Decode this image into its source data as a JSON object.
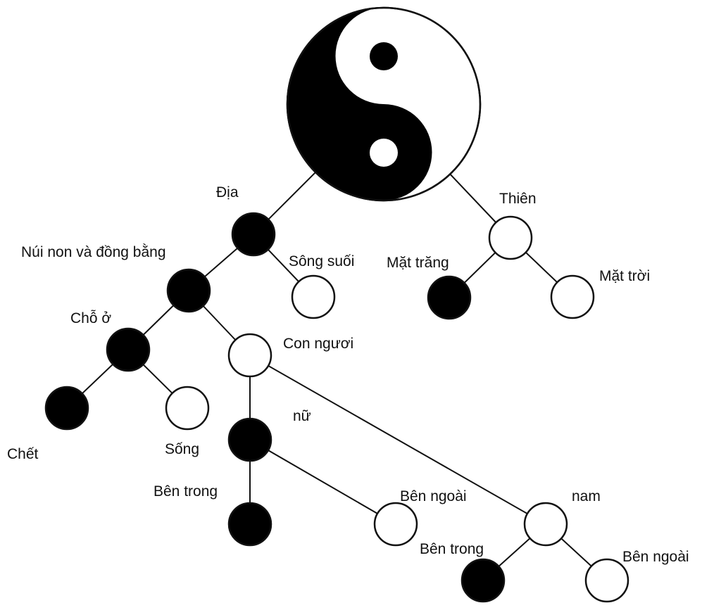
{
  "colors": {
    "yin": "#000000",
    "yang": "#ffffff",
    "ink": "#111111"
  },
  "root": {
    "icon": "yin-yang-icon"
  },
  "labels": {
    "dia": "Địa",
    "thien": "Thiên",
    "nui_non": "Núi non và đồng bằng",
    "song_suoi": "Sông suối",
    "mat_trang": "Mặt trăng",
    "mat_troi": "Mặt trời",
    "cho_o": "Chỗ ở",
    "con_nguoi": "Con ngươi",
    "chet": "Chết",
    "song": "Sống",
    "nu": "nữ",
    "nam": "nam",
    "nu_ben_trong": "Bên trong",
    "nu_ben_ngoai": "Bên ngoài",
    "nam_ben_trong": "Bên trong",
    "nam_ben_ngoai": "Bên ngoài"
  },
  "nodes": [
    {
      "id": "dia",
      "fill": "yin"
    },
    {
      "id": "thien",
      "fill": "yang"
    },
    {
      "id": "nui_non",
      "fill": "yin"
    },
    {
      "id": "song_suoi",
      "fill": "yang"
    },
    {
      "id": "mat_trang",
      "fill": "yin"
    },
    {
      "id": "mat_troi",
      "fill": "yang"
    },
    {
      "id": "cho_o",
      "fill": "yin"
    },
    {
      "id": "con_nguoi",
      "fill": "yang"
    },
    {
      "id": "chet",
      "fill": "yin"
    },
    {
      "id": "song",
      "fill": "yang"
    },
    {
      "id": "nu",
      "fill": "yin"
    },
    {
      "id": "nam",
      "fill": "yang"
    },
    {
      "id": "nu_ben_trong",
      "fill": "yin"
    },
    {
      "id": "nu_ben_ngoai",
      "fill": "yang"
    },
    {
      "id": "nam_ben_trong",
      "fill": "yin"
    },
    {
      "id": "nam_ben_ngoai",
      "fill": "yang"
    }
  ],
  "edges": [
    [
      "root",
      "dia"
    ],
    [
      "root",
      "thien"
    ],
    [
      "dia",
      "nui_non"
    ],
    [
      "dia",
      "song_suoi"
    ],
    [
      "thien",
      "mat_trang"
    ],
    [
      "thien",
      "mat_troi"
    ],
    [
      "nui_non",
      "cho_o"
    ],
    [
      "nui_non",
      "con_nguoi"
    ],
    [
      "cho_o",
      "chet"
    ],
    [
      "cho_o",
      "song"
    ],
    [
      "con_nguoi",
      "nu"
    ],
    [
      "con_nguoi",
      "nam"
    ],
    [
      "nu",
      "nu_ben_trong"
    ],
    [
      "nu",
      "nu_ben_ngoai"
    ],
    [
      "nam",
      "nam_ben_trong"
    ],
    [
      "nam",
      "nam_ben_ngoai"
    ]
  ]
}
